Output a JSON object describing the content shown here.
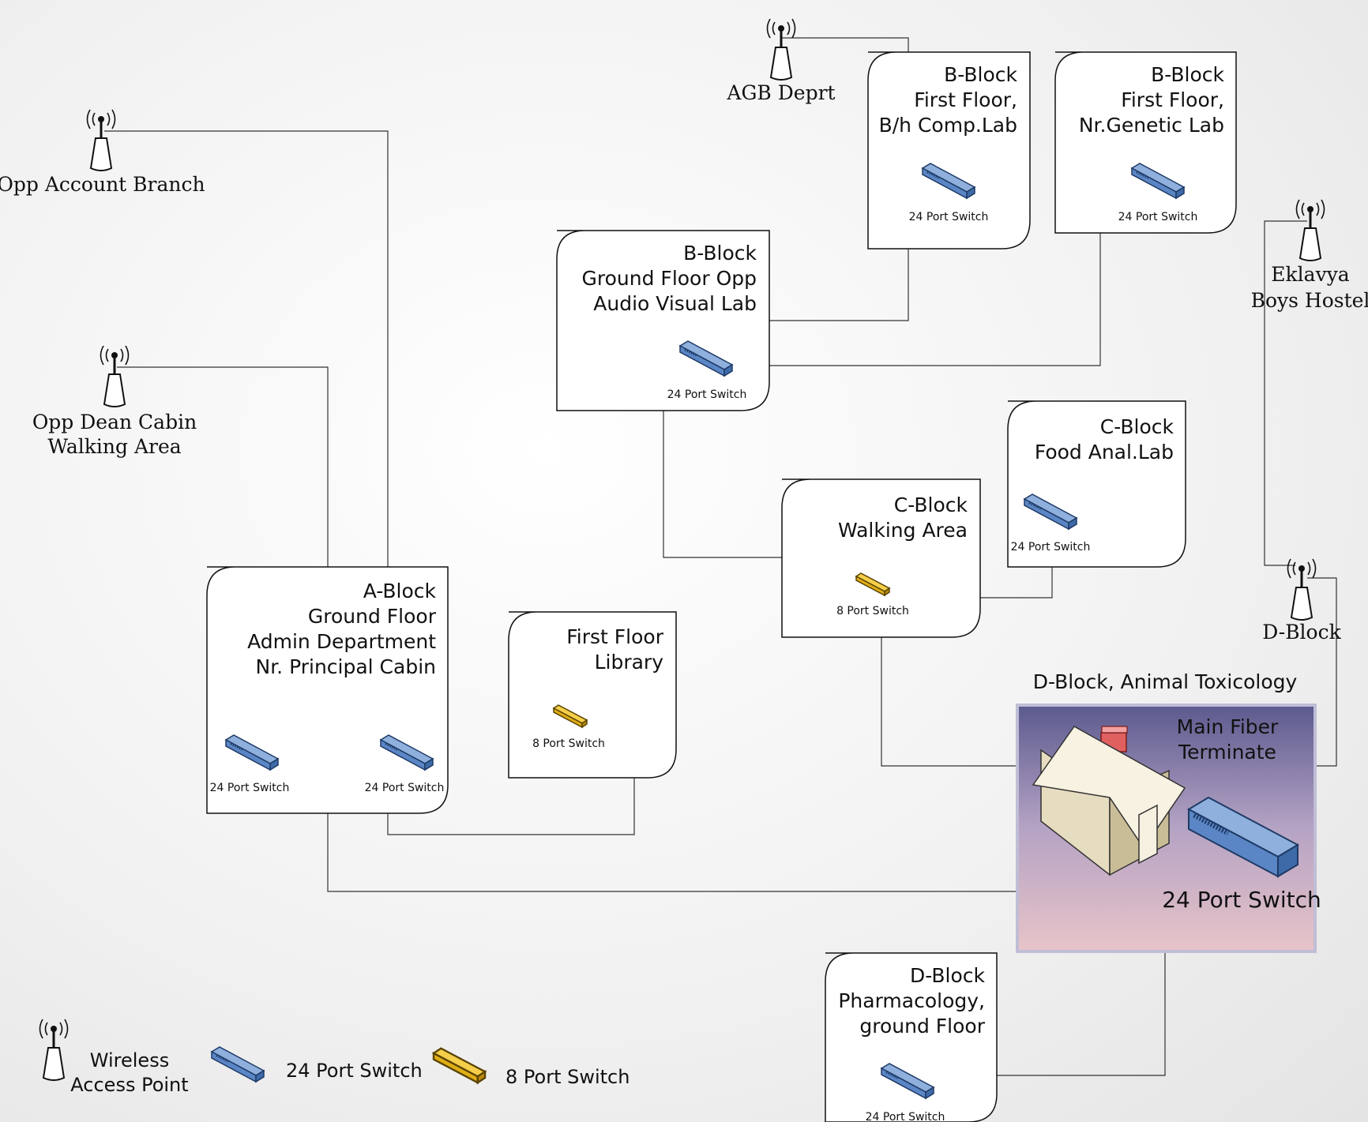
{
  "access_points": {
    "agb": "AGB Deprt",
    "opp_account": "Opp Account Branch",
    "opp_dean_1": "Opp Dean Cabin",
    "opp_dean_2": "Walking Area",
    "eklavya_1": "Eklavya",
    "eklavya_2": "Boys Hostel",
    "d_block": "D-Block"
  },
  "nodes": {
    "b_block_comp": [
      "B-Block",
      "First Floor,",
      "B/h Comp.Lab"
    ],
    "b_block_genetic": [
      "B-Block",
      "First Floor,",
      "Nr.Genetic Lab"
    ],
    "b_block_ground": [
      "B-Block",
      "Ground Floor Opp",
      "Audio Visual Lab"
    ],
    "c_block_food": [
      "C-Block",
      "Food Anal.Lab"
    ],
    "c_block_walking": [
      "C-Block",
      "Walking Area"
    ],
    "a_block": [
      "A-Block",
      "Ground Floor",
      "Admin Department",
      "Nr. Principal Cabin"
    ],
    "library": [
      "First Floor",
      "Library"
    ],
    "d_block_pharma": [
      "D-Block",
      "Pharmacology,",
      "ground Floor"
    ]
  },
  "switch_labels": {
    "p24": "24 Port Switch",
    "p8": "8  Port Switch"
  },
  "main_fiber": {
    "heading": "D-Block, Animal Toxicology",
    "line1": "Main Fiber",
    "line2": "Terminate",
    "switch": "24 Port Switch"
  },
  "legend": {
    "wireless_1": "Wireless",
    "wireless_2": "Access Point",
    "p24": "24 Port Switch",
    "p8": "8 Port Switch"
  }
}
